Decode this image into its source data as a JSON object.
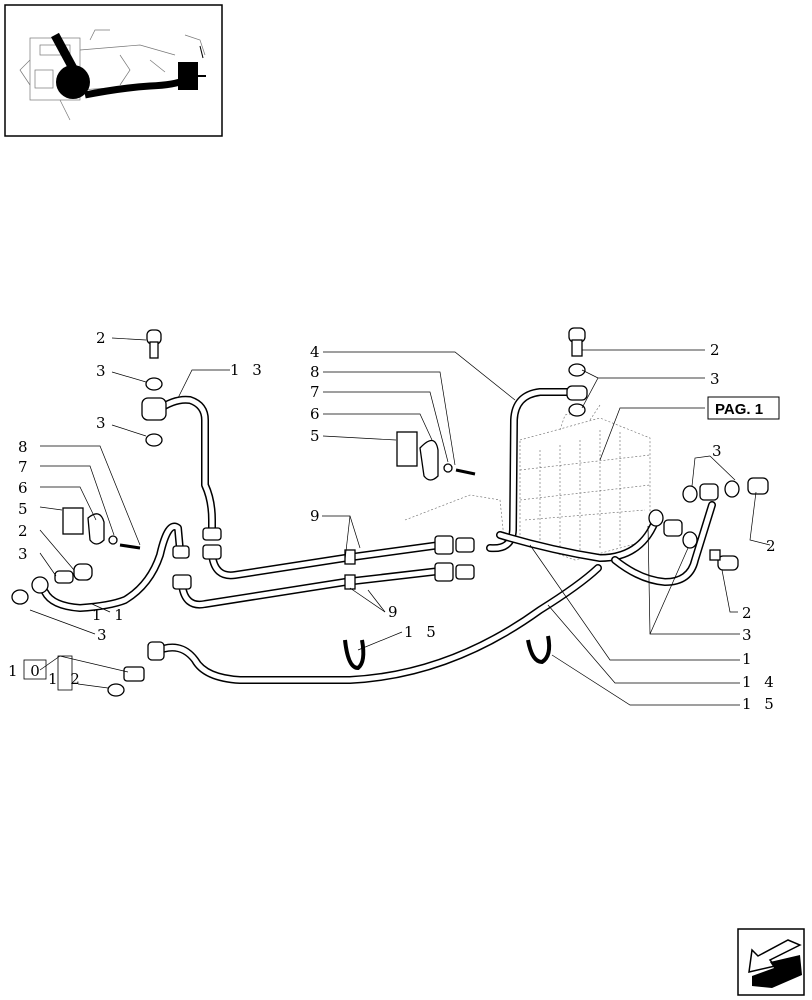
{
  "page_ref": "PAG. 1",
  "callouts": {
    "c2_top_left": "2",
    "c3_top_left_a": "3",
    "c13": "1 3",
    "c3_top_left_b": "3",
    "c8_left": "8",
    "c7_left": "7",
    "c6_left": "6",
    "c5_left": "5",
    "c2_left": "2",
    "c3_left": "3",
    "c11": "1 1",
    "c3_bottom_left": "3",
    "c10": "1 0",
    "c12": "1 2",
    "c4": "4",
    "c8_mid": "8",
    "c7_mid": "7",
    "c6_mid": "6",
    "c5_mid": "5",
    "c9_top": "9",
    "c9_bottom": "9",
    "c15_mid": "1 5",
    "c2_top_right": "2",
    "c3_top_right": "3",
    "c3_right": "3",
    "c2_right_a": "2",
    "c2_right_b": "2",
    "c3_right_b": "3",
    "c1": "1",
    "c14": "1 4",
    "c15_right": "1 5"
  },
  "icons": {
    "thumbnail": "tractor-location-thumbnail",
    "nav": "next-page-arrow-icon"
  }
}
